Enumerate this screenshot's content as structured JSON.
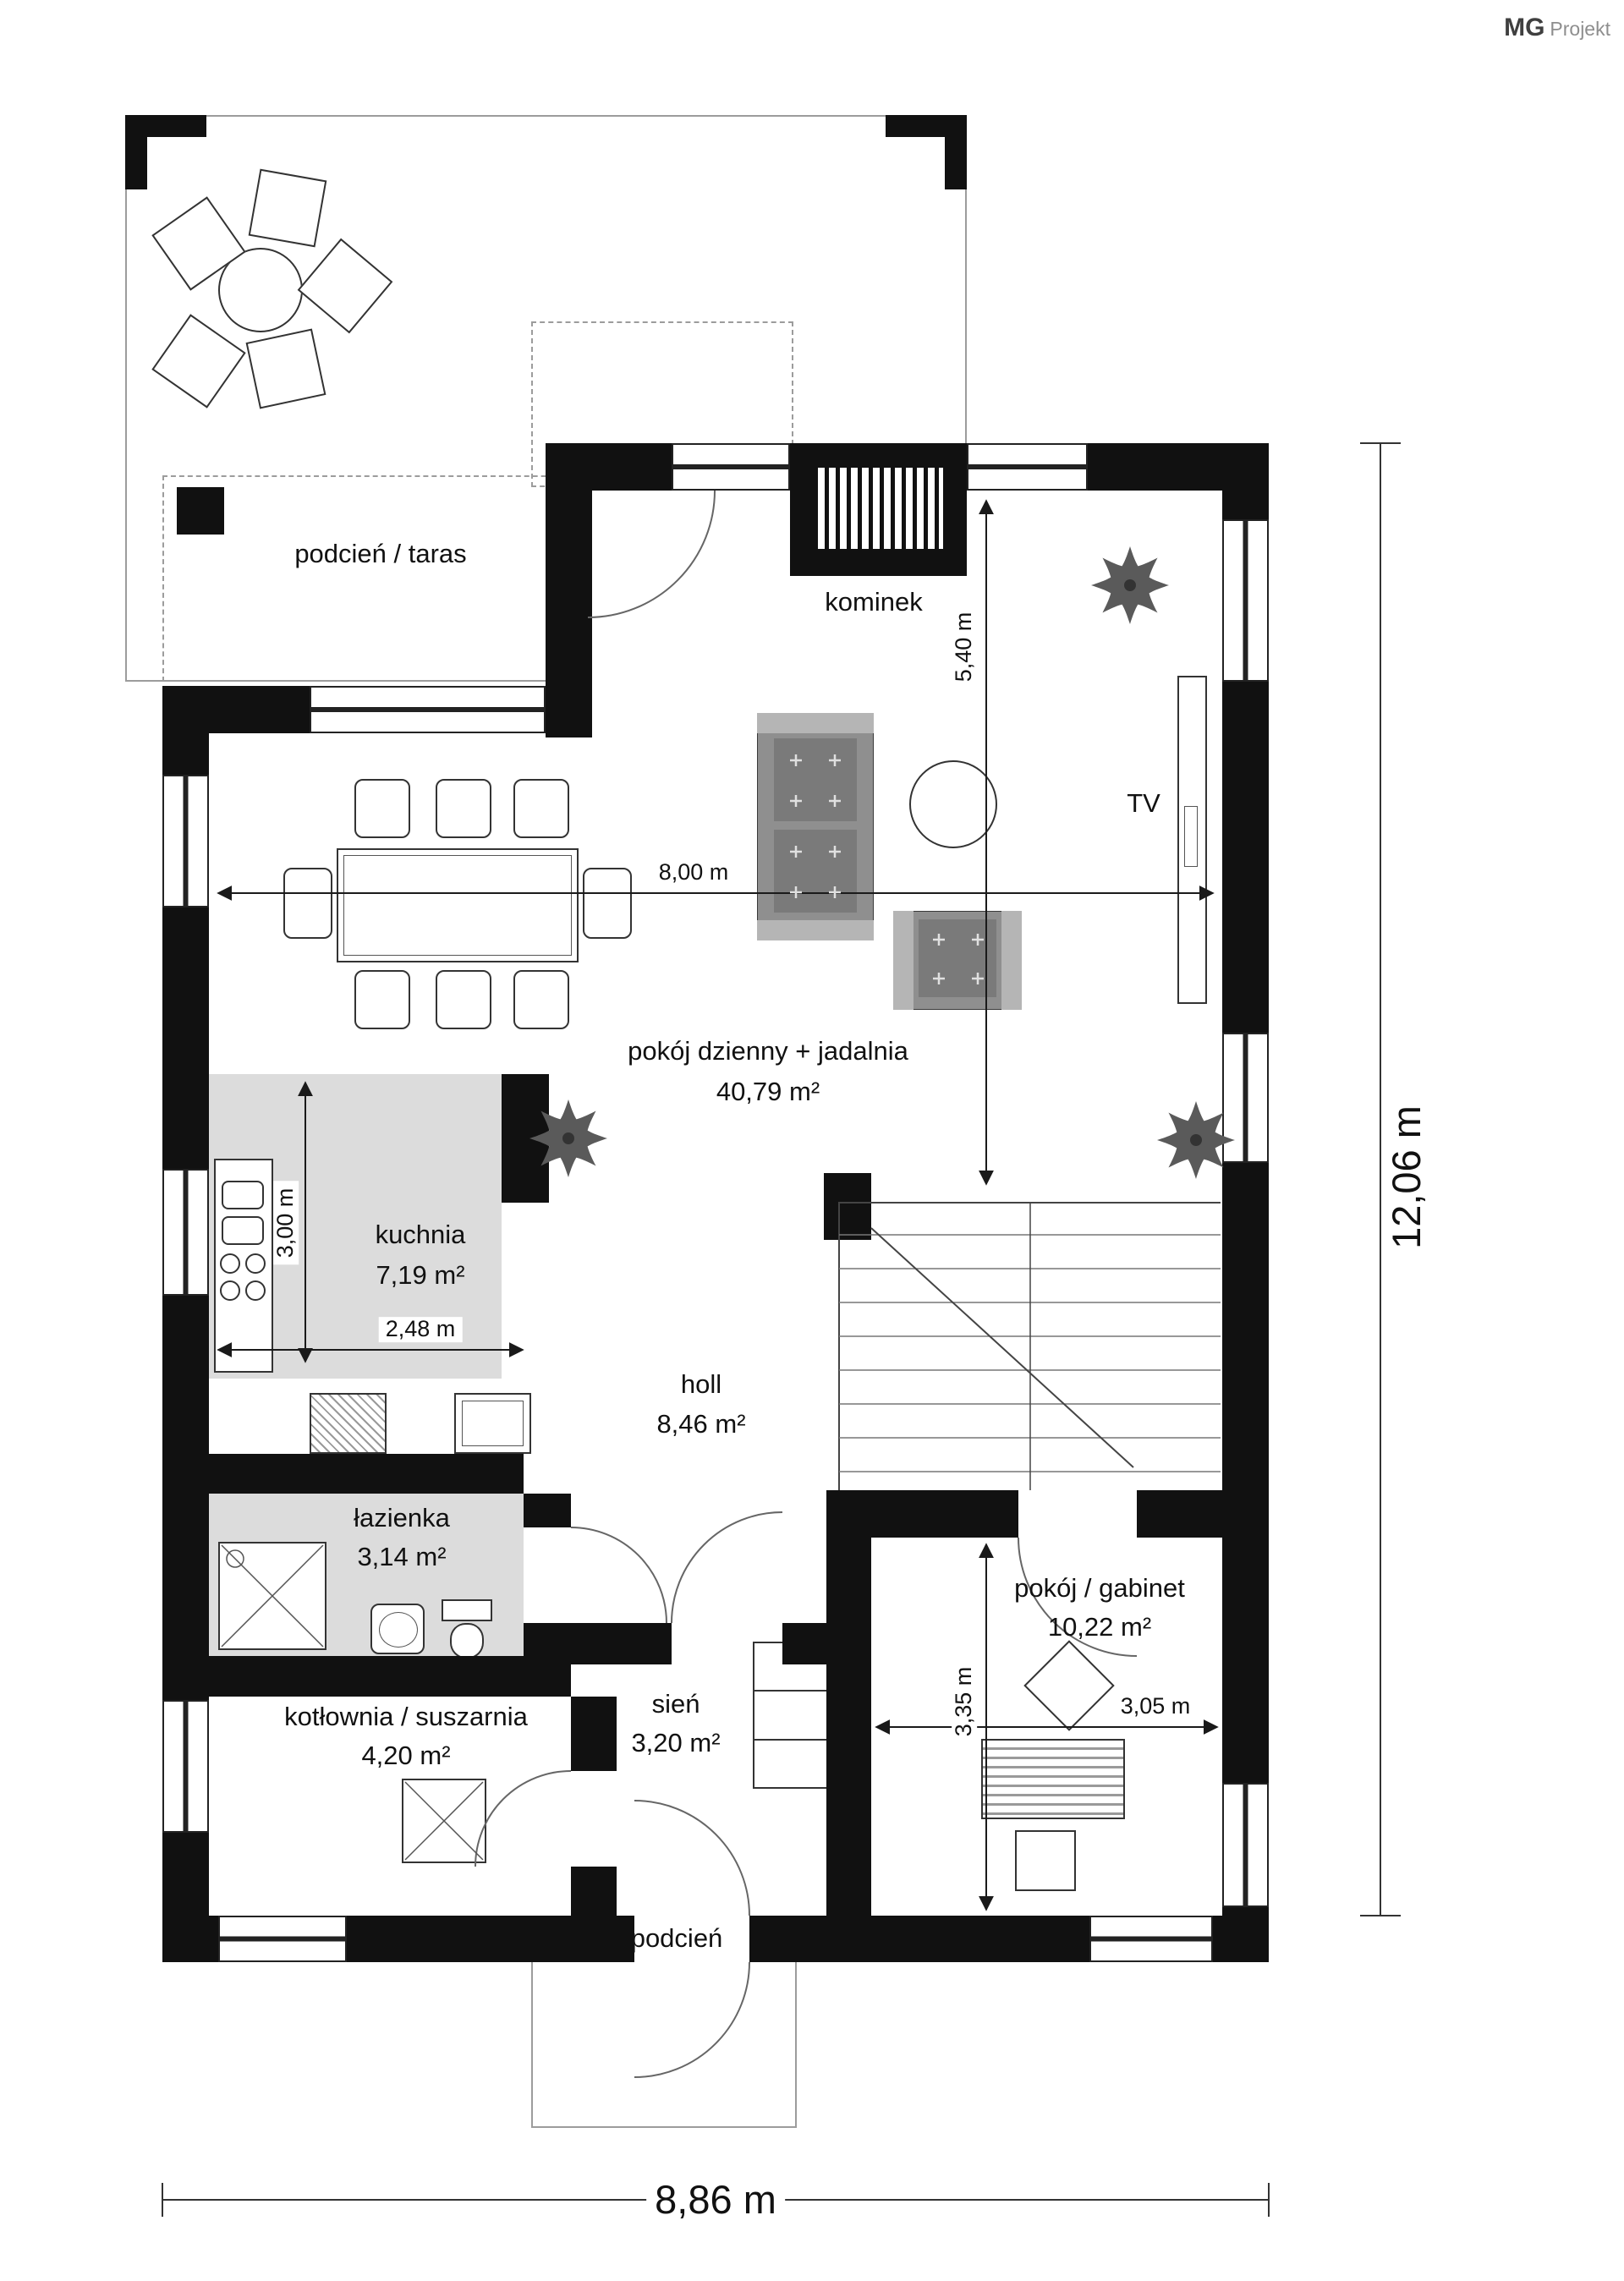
{
  "logo": {
    "brand_bold": "MG",
    "brand_light": "Projekt"
  },
  "rooms": {
    "terrace": {
      "label": "podcień / taras"
    },
    "fireplace": {
      "label": "kominek"
    },
    "tv": {
      "label": "TV"
    },
    "living": {
      "label": "pokój dzienny + jadalnia",
      "area": "40,79 m²"
    },
    "kitchen": {
      "label": "kuchnia",
      "area": "7,19 m²"
    },
    "hall": {
      "label": "holl",
      "area": "8,46 m²"
    },
    "bathroom": {
      "label": "łazienka",
      "area": "3,14 m²"
    },
    "boiler_room": {
      "label": "kotłownia / suszarnia",
      "area": "4,20 m²"
    },
    "vestibule": {
      "label": "sień",
      "area": "3,20 m²"
    },
    "office": {
      "label": "pokój / gabinet",
      "area": "10,22 m²"
    },
    "porch": {
      "label": "podcień"
    }
  },
  "dimensions": {
    "living_width": "8,00 m",
    "living_height": "5,40 m",
    "kitchen_height": "3,00 m",
    "kitchen_width": "2,48 m",
    "office_height": "3,35 m",
    "office_width": "3,05 m",
    "total_height": "12,06 m",
    "total_width": "8,86 m"
  },
  "colors": {
    "wall": "#111111",
    "room_fill": "#dcdcdc",
    "furniture_dark": "#8f8f8f"
  }
}
